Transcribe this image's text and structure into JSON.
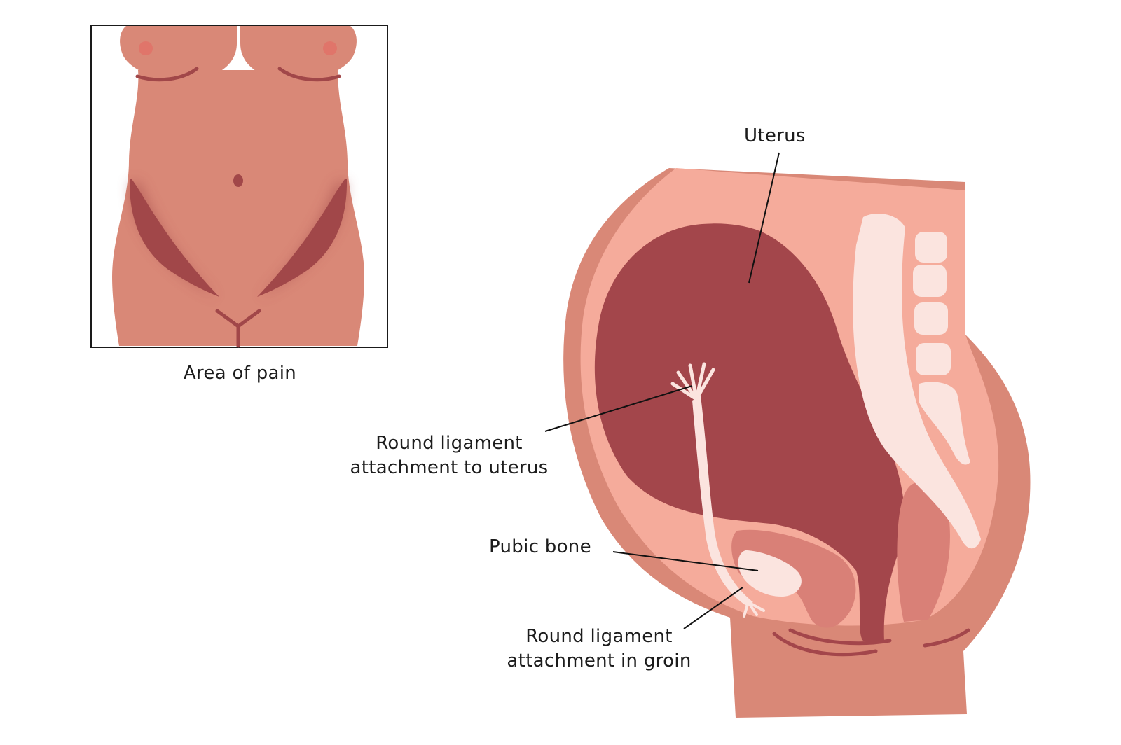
{
  "figure": {
    "inset_caption": "Area of pain",
    "labels": {
      "uterus": "Uterus",
      "round_ligament_uterus": [
        "Round ligament",
        "attachment to uterus"
      ],
      "pubic_bone": "Pubic bone",
      "round_ligament_groin": [
        "Round ligament",
        "attachment in groin"
      ]
    }
  },
  "colors": {
    "skin": "#d98877",
    "skin_light": "#f5ab9b",
    "pain_area": "#a14749",
    "uterus": "#a3464b",
    "bone": "#fbe4df",
    "bladder": "#d98077",
    "nipple": "#e0756a",
    "line": "#111111"
  }
}
